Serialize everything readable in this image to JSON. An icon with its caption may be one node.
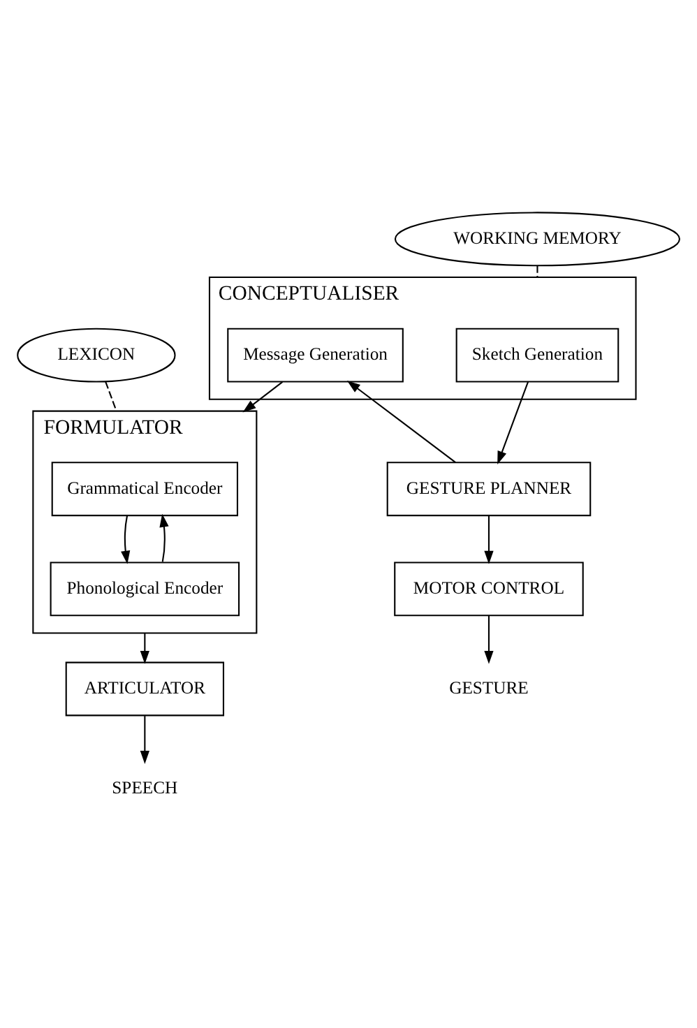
{
  "diagram": {
    "nodes": [
      {
        "text": [
          "WORKING MEMORY"
        ]
      },
      {
        "text": [
          "LEXICON"
        ]
      },
      {
        "text": [
          "CONCEPTUALISER"
        ]
      },
      {
        "text": [
          "Sketch Generation"
        ],
        "in": 2
      },
      {
        "text": [
          "Message Generation"
        ],
        "in": 2
      },
      {
        "text": [
          "GESTURE PLANNER"
        ]
      },
      {
        "text": [
          "FORMULATOR"
        ]
      },
      {
        "text": [
          "Grammatical Encoder"
        ],
        "in": 6
      },
      {
        "text": [
          "Phonological Encoder"
        ],
        "in": 6
      },
      {
        "text": [
          "MOTOR CONTROL"
        ]
      },
      {
        "text": [
          "ARTICULATOR"
        ]
      },
      {
        "text": [
          "GESTURE"
        ]
      },
      {
        "text": [
          "SPEECH"
        ]
      }
    ],
    "edges": [
      {
        "from": 0,
        "to": 2,
        "arrow": "none",
        "style": "dashed"
      },
      {
        "from": 1,
        "to": 6,
        "arrow": "none",
        "style": "dashed"
      },
      {
        "from": 3,
        "to": 5,
        "arrow": "to"
      },
      {
        "from": 5,
        "to": 4,
        "arrow": "to"
      },
      {
        "from": 4,
        "to": 6,
        "arrow": "to"
      },
      {
        "from": 7,
        "to": 8,
        "arrow": "to"
      },
      {
        "from": 8,
        "to": 7,
        "arrow": "to"
      },
      {
        "from": 6,
        "to": 10,
        "arrow": "to"
      },
      {
        "from": 5,
        "to": 9,
        "arrow": "to"
      },
      {
        "from": 9,
        "to": 11,
        "arrow": "to"
      },
      {
        "from": 10,
        "to": 12,
        "arrow": "to"
      }
    ]
  }
}
